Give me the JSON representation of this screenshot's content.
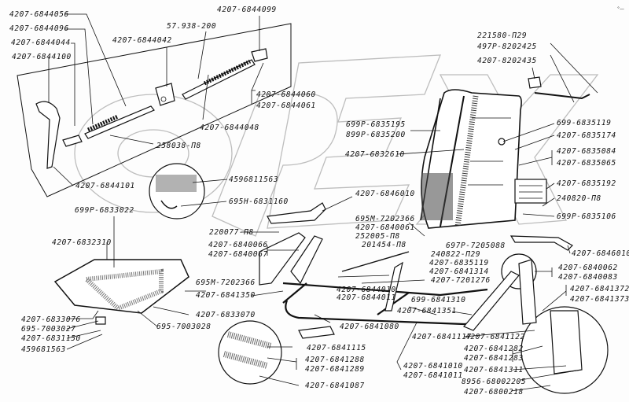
{
  "diagram": {
    "title": "Seat assembly exploded view",
    "watermark": "OPEX",
    "corner_mark": "°—",
    "colors": {
      "line": "#111111",
      "watermark": "#bdbdbd",
      "background": "#fdfdfd"
    },
    "labels": [
      {
        "id": "l1",
        "text": "4207-6844056"
      },
      {
        "id": "l2",
        "text": "4207-6844096"
      },
      {
        "id": "l3",
        "text": "4207-6844044"
      },
      {
        "id": "l4",
        "text": "4207-6844100"
      },
      {
        "id": "l5",
        "text": "4207-6844042"
      },
      {
        "id": "l6",
        "text": "57.938-200"
      },
      {
        "id": "l7",
        "text": "4207-6844099"
      },
      {
        "id": "l8",
        "text": "4207-6844060"
      },
      {
        "id": "l9",
        "text": "4207-6844061"
      },
      {
        "id": "l10",
        "text": "4207-6844048"
      },
      {
        "id": "l11",
        "text": "258038-П8"
      },
      {
        "id": "l12",
        "text": "4207-6844101"
      },
      {
        "id": "l13",
        "text": "221580-П29"
      },
      {
        "id": "l14",
        "text": "497Р-8202425"
      },
      {
        "id": "l15",
        "text": "4207-8202435"
      },
      {
        "id": "l16",
        "text": "699Р-6835195"
      },
      {
        "id": "l17",
        "text": "899Р-6835200"
      },
      {
        "id": "l18",
        "text": "699-6835119"
      },
      {
        "id": "l19",
        "text": "4207-6835174"
      },
      {
        "id": "l20",
        "text": "4207-6832610"
      },
      {
        "id": "l21",
        "text": "4207-6835084"
      },
      {
        "id": "l22",
        "text": "4207-6835065"
      },
      {
        "id": "l23",
        "text": "4207-6835192"
      },
      {
        "id": "l24",
        "text": "240820-П8"
      },
      {
        "id": "l25",
        "text": "699Р-6835106"
      },
      {
        "id": "l26",
        "text": "4596811563"
      },
      {
        "id": "l27",
        "text": "695Н-6831160"
      },
      {
        "id": "l28",
        "text": "699Р-6833022"
      },
      {
        "id": "l29",
        "text": "4207-6846010"
      },
      {
        "id": "l30",
        "text": "695М-7202366"
      },
      {
        "id": "l31",
        "text": "4207-6840061"
      },
      {
        "id": "l32",
        "text": "252005-П8"
      },
      {
        "id": "l33",
        "text": "201454-П8"
      },
      {
        "id": "l34",
        "text": "697Р-7205088"
      },
      {
        "id": "l35",
        "text": "240822-П29"
      },
      {
        "id": "l36",
        "text": "4207-6835119"
      },
      {
        "id": "l37",
        "text": "4207-6841314"
      },
      {
        "id": "l38",
        "text": "4207-7201276"
      },
      {
        "id": "l39",
        "text": "220077-П8"
      },
      {
        "id": "l40",
        "text": "4207-6840066"
      },
      {
        "id": "l41",
        "text": "4207-6840067"
      },
      {
        "id": "l42",
        "text": "4207-6832310"
      },
      {
        "id": "l43",
        "text": "4207-6846010"
      },
      {
        "id": "l44",
        "text": "4207-6840062"
      },
      {
        "id": "l45",
        "text": "4207-6840083"
      },
      {
        "id": "l46",
        "text": "4207-6841372"
      },
      {
        "id": "l47",
        "text": "4207-6841373"
      },
      {
        "id": "l48",
        "text": "695М-7202366"
      },
      {
        "id": "l49",
        "text": "4207-6841350"
      },
      {
        "id": "l50",
        "text": "4207-6844010"
      },
      {
        "id": "l51",
        "text": "4207-6844011"
      },
      {
        "id": "l52",
        "text": "699-6841310"
      },
      {
        "id": "l53",
        "text": "4207-6841351"
      },
      {
        "id": "l54",
        "text": "4207-6833076"
      },
      {
        "id": "l55",
        "text": "695-7003027"
      },
      {
        "id": "l56",
        "text": "4207-6831150"
      },
      {
        "id": "l57",
        "text": "459681563"
      },
      {
        "id": "l58",
        "text": "695-7003028"
      },
      {
        "id": "l59",
        "text": "4207-6833070"
      },
      {
        "id": "l60",
        "text": "4207-6841080"
      },
      {
        "id": "l61",
        "text": "4207-6841117"
      },
      {
        "id": "l62",
        "text": "4207-6841122"
      },
      {
        "id": "l63",
        "text": "4207-6841115"
      },
      {
        "id": "l64",
        "text": "4207-6841288"
      },
      {
        "id": "l65",
        "text": "4207-6841289"
      },
      {
        "id": "l66",
        "text": "4207-6841087"
      },
      {
        "id": "l67",
        "text": "4207-6841010"
      },
      {
        "id": "l68",
        "text": "4207-6841011"
      },
      {
        "id": "l69",
        "text": "4207-6841282"
      },
      {
        "id": "l70",
        "text": "4207-6841283"
      },
      {
        "id": "l71",
        "text": "4207-6841311"
      },
      {
        "id": "l72",
        "text": "8956-68002205"
      },
      {
        "id": "l73",
        "text": "4207-6800218"
      }
    ]
  }
}
